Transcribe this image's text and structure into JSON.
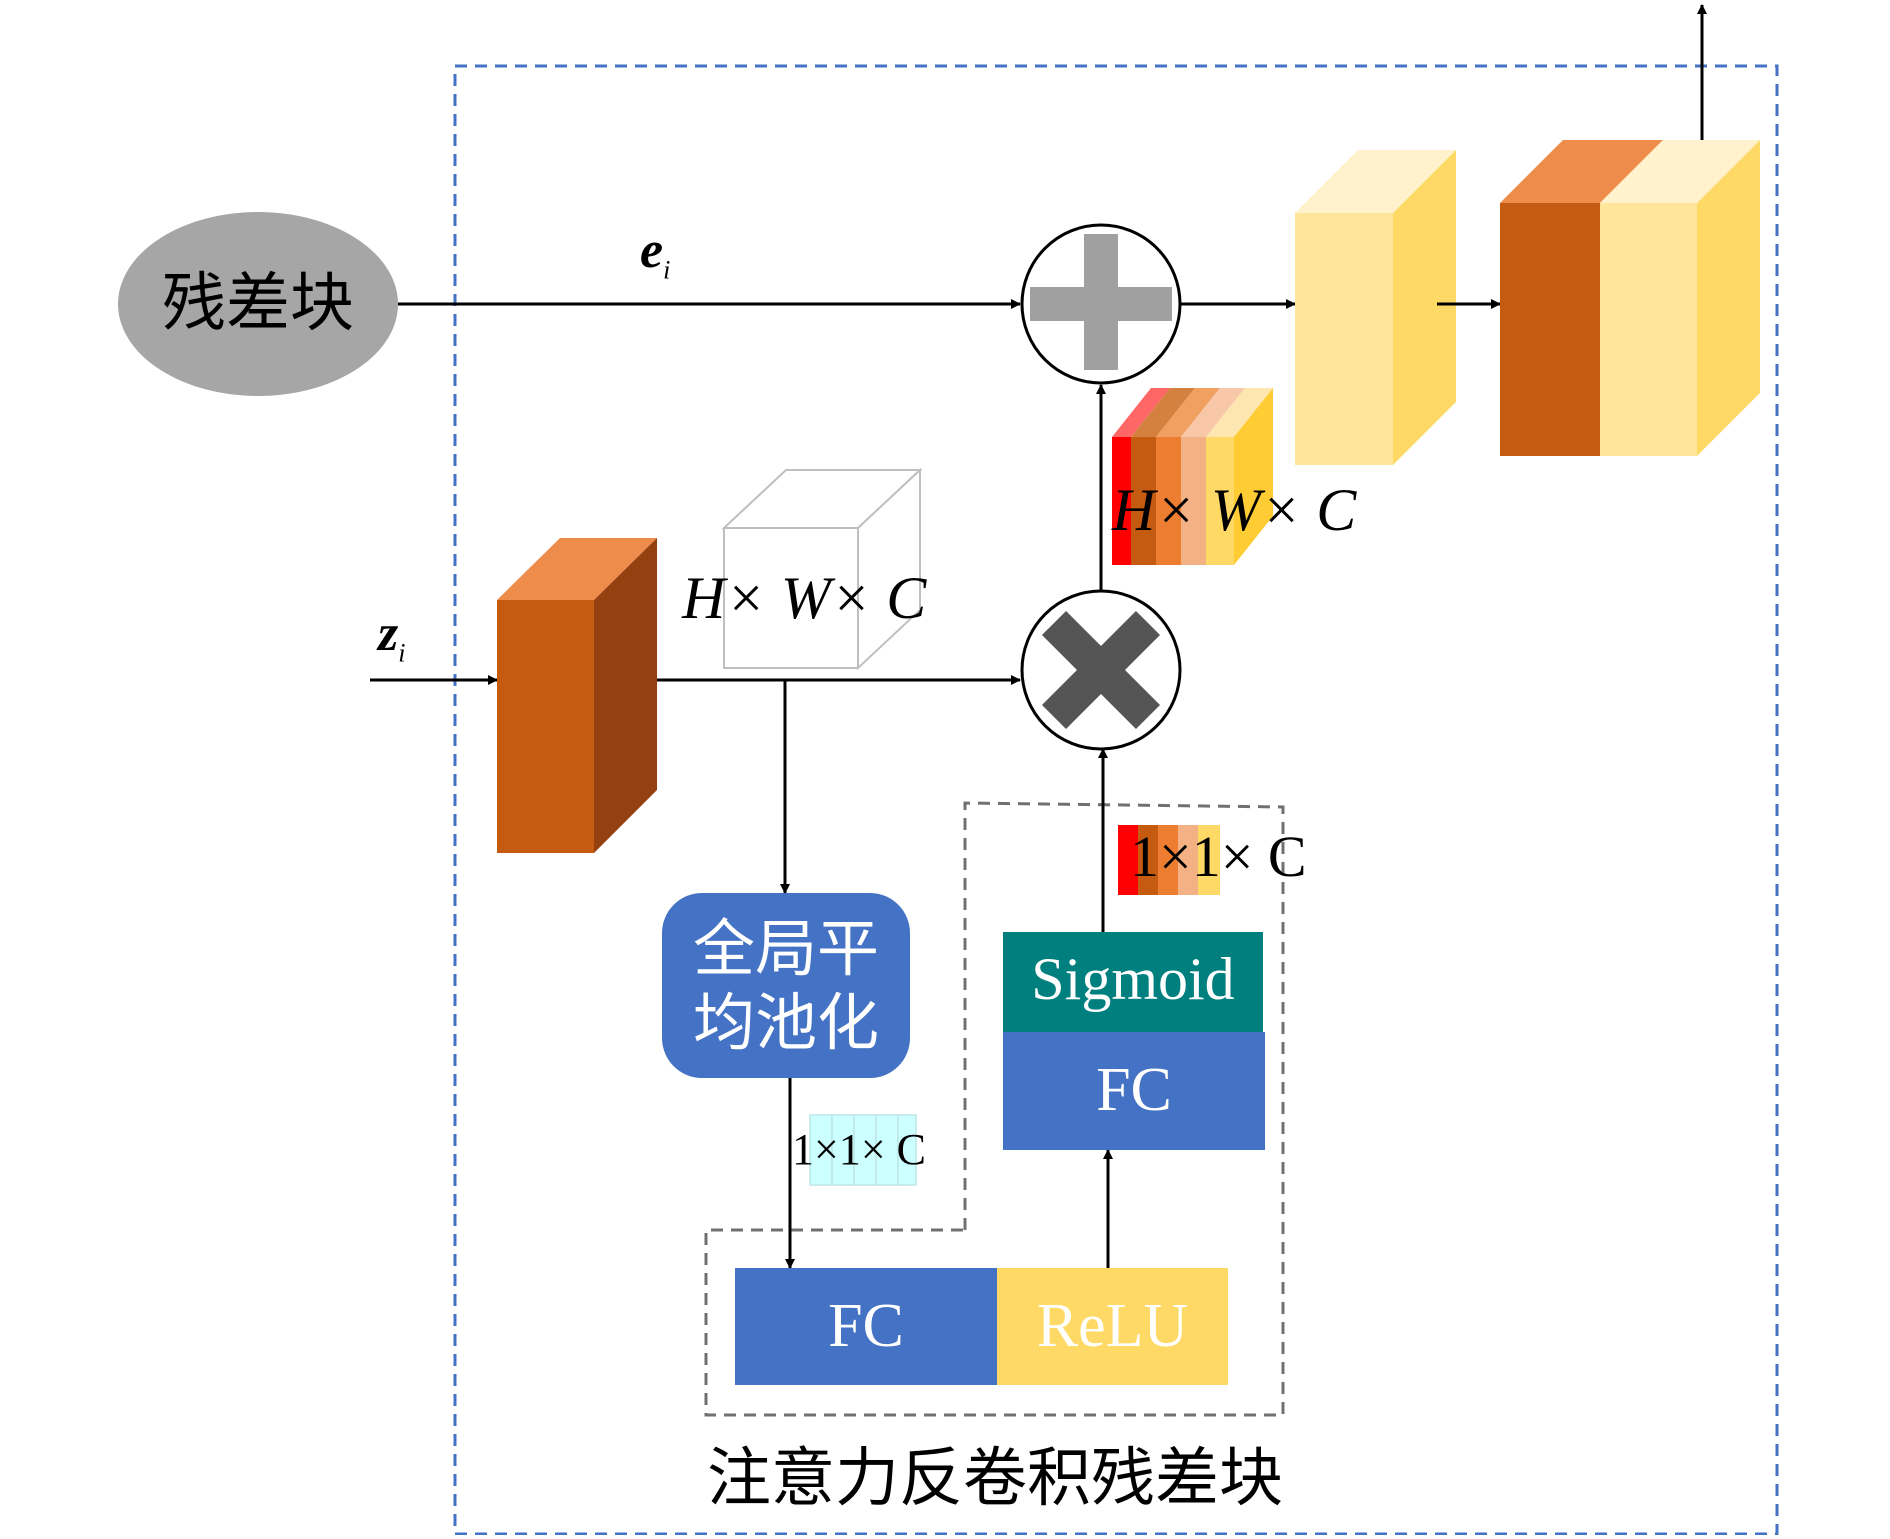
{
  "nodes": {
    "residual_block": "残差块",
    "gap": "全局平\n均池化",
    "fc_top": "FC",
    "sigmoid": "Sigmoid",
    "fc_bottom": "FC",
    "relu": "ReLU"
  },
  "labels": {
    "e_i": "e",
    "e_i_sub": "i",
    "z_i": "z",
    "z_i_sub": "i",
    "dim_hwc_input": "H× W× C",
    "dim_hwc_weighted": "H× W× C",
    "dim_11c_sigmoid": "1×1× C",
    "dim_11c_gap": "1×1× C",
    "block_title": "注意力反卷积残差块"
  },
  "colors": {
    "frame_dashed": "#4472c4",
    "inner_dashed": "#707070",
    "gap_fill": "#4472c4",
    "fc_fill": "#4472c4",
    "sigmoid_fill": "#007f7f",
    "relu_fill": "#ffd966",
    "residual_fill": "#a6a6a6",
    "orange_front": "#c55a11",
    "orange_top": "#ed8c4b",
    "orange_side": "#954010",
    "yellow_front": "#ffe599",
    "yellow_top": "#fff2cc",
    "yellow_side": "#ffd966"
  }
}
